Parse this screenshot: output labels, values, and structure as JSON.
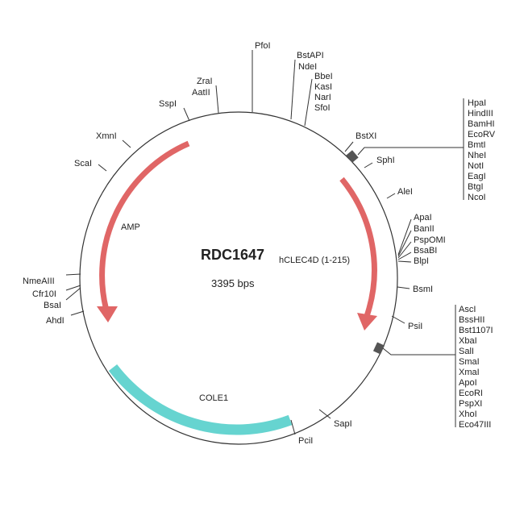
{
  "plasmid": {
    "name": "RDC1647",
    "insert": "hCLEC4D (1-215)",
    "size": "3395 bps"
  },
  "features": {
    "amp": "AMP",
    "cole1": "COLE1"
  },
  "colors": {
    "arrow": "#e06666",
    "ori": "#66d4d0",
    "backbone": "#333333"
  },
  "sites": {
    "pfoi": "PfoI",
    "top_a": [
      "BstAPI",
      "NdeI"
    ],
    "top_b": [
      "BbeI",
      "KasI",
      "NarI",
      "SfoI"
    ],
    "top_c": [
      "ZraI",
      "AatII"
    ],
    "sspi": "SspI",
    "xmni": "XmnI",
    "scai": "ScaI",
    "bstxi": "BstXI",
    "sphi": "SphI",
    "alei": "AleI",
    "mcs1": [
      "HpaI",
      "HindIII",
      "BamHI",
      "EcoRV",
      "BmtI",
      "NheI",
      "NotI",
      "EagI",
      "BtgI",
      "NcoI"
    ],
    "right_a": [
      "ApaI",
      "BanII",
      "PspOMI",
      "BsaBI",
      "BlpI"
    ],
    "bsmi": "BsmI",
    "psii": "PsiI",
    "mcs2": [
      "AscI",
      "BssHII",
      "Bst1107I",
      "XbaI",
      "SalI",
      "SmaI",
      "XmaI",
      "ApoI",
      "EcoRI",
      "PspXI",
      "XhoI",
      "Eco47III"
    ],
    "sapi": "SapI",
    "pcii": "PciI",
    "left": [
      "NmeAIII",
      "Cfr10I",
      "BsaI",
      "AhdI"
    ]
  }
}
